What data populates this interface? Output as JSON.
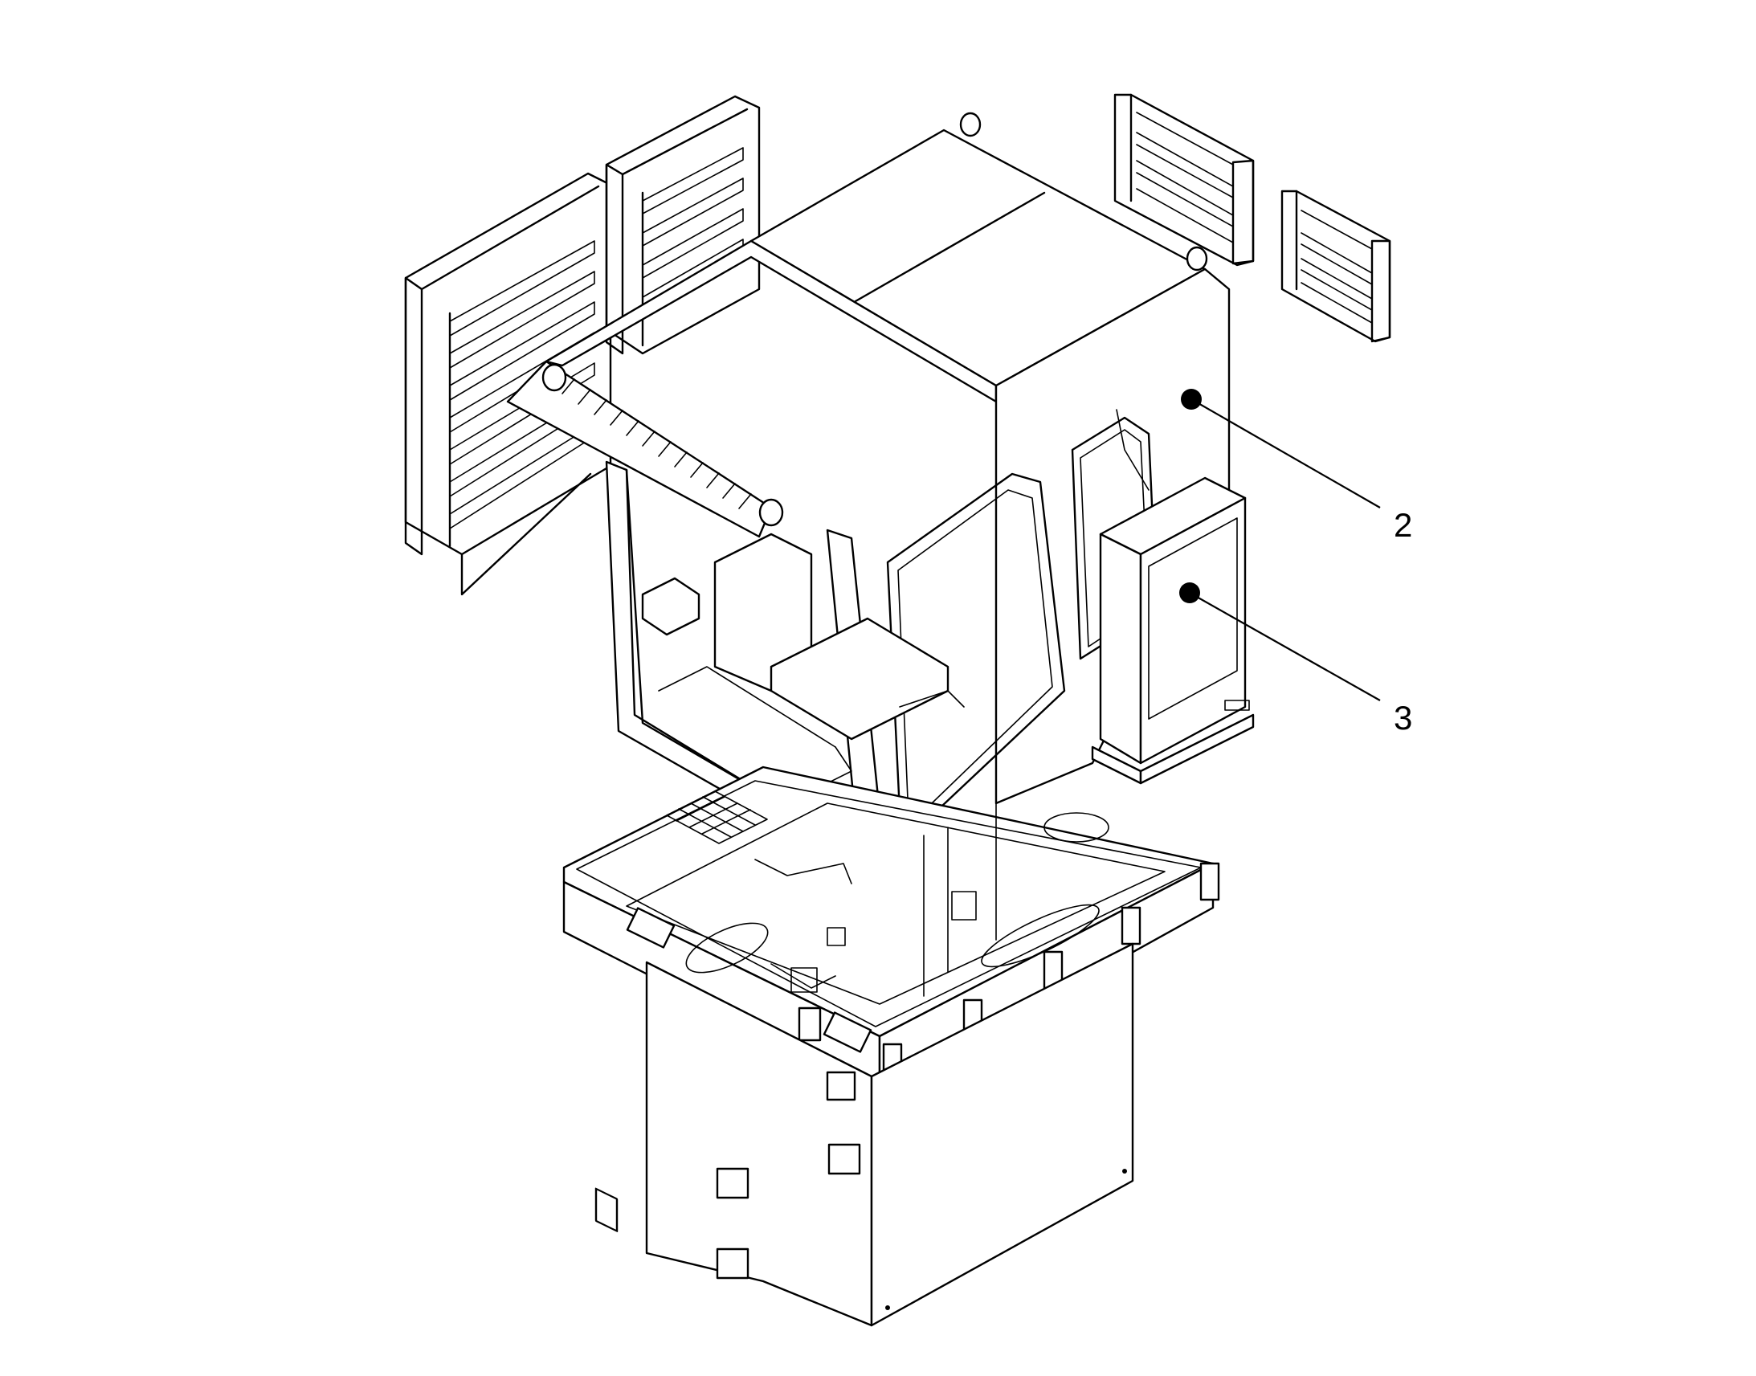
{
  "callouts": [
    {
      "id": "2",
      "label": "2"
    },
    {
      "id": "3",
      "label": "3"
    }
  ]
}
